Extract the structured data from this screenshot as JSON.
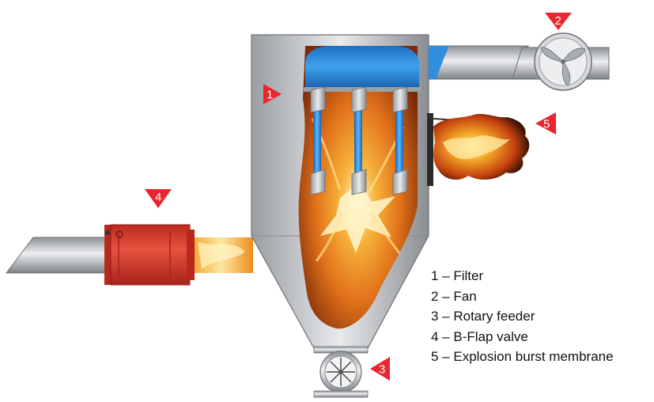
{
  "colors": {
    "steel_light": "#e6e8ea",
    "steel_dark": "#8b8e92",
    "filter_blue": "#2f8ee0",
    "damper_red": "#d73b2c",
    "marker_red": "#e8262d",
    "fire_orange": "#f08a1a",
    "fire_yellow": "#fff2a8"
  },
  "markers": [
    {
      "id": "1",
      "label": "1"
    },
    {
      "id": "2",
      "label": "2"
    },
    {
      "id": "3",
      "label": "3"
    },
    {
      "id": "4",
      "label": "4"
    },
    {
      "id": "5",
      "label": "5"
    }
  ],
  "legend": {
    "items": [
      "1 – Filter",
      "2 – Fan",
      "3 – Rotary feeder",
      "4 – B-Flap valve",
      "5 – Explosion burst membrane"
    ]
  },
  "icons": [
    "fan-icon",
    "rotary-feeder-icon",
    "flap-valve-icon",
    "burst-membrane-icon"
  ]
}
